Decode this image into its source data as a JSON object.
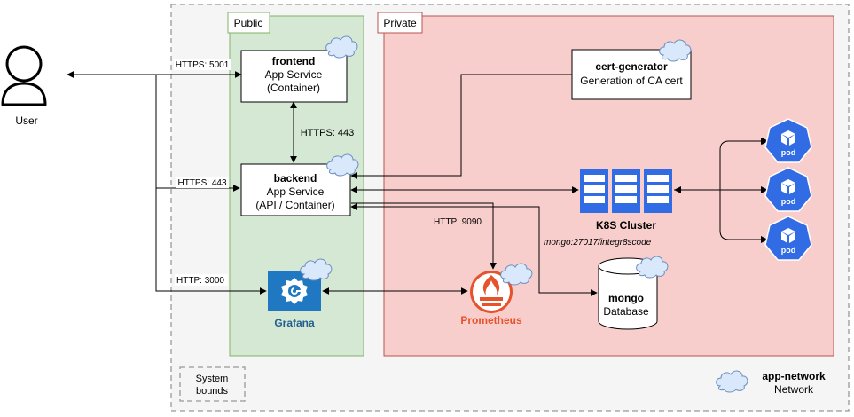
{
  "zones": {
    "public_label": "Public",
    "private_label": "Private"
  },
  "user": {
    "label": "User"
  },
  "frontend": {
    "title": "frontend",
    "line1": "App Service",
    "line2": "(Container)"
  },
  "backend": {
    "title": "backend",
    "line1": "App Service",
    "line2": "(API / Container)"
  },
  "cert_generator": {
    "title": "cert-generator",
    "line1": "Generation of CA cert"
  },
  "k8s": {
    "label": "K8S Cluster",
    "pods": [
      "pod",
      "pod",
      "pod"
    ]
  },
  "mongo": {
    "title": "mongo",
    "line1": "Database",
    "connection": "mongo:27017/integr8scode"
  },
  "grafana": {
    "label": "Grafana"
  },
  "prometheus": {
    "label": "Prometheus"
  },
  "edges": {
    "user_frontend": "HTTPS: 5001",
    "frontend_backend": "HTTPS: 443",
    "user_backend": "HTTPS: 443",
    "backend_prometheus": "HTTP: 9090",
    "user_grafana": "HTTP: 3000"
  },
  "legend": {
    "system_bounds": [
      "System",
      "bounds"
    ],
    "network_title": "app-network",
    "network_sub": "Network"
  },
  "colors": {
    "public_fill": "#d5e8d4",
    "public_stroke": "#82b366",
    "private_fill": "#f8cecc",
    "private_stroke": "#b85450",
    "cloud_fill": "#dae8fc",
    "cloud_stroke": "#6c8ebf",
    "k8s_blue": "#326ce5",
    "prometheus_orange": "#e6522c",
    "grafana_blue": "#1f78c1"
  }
}
